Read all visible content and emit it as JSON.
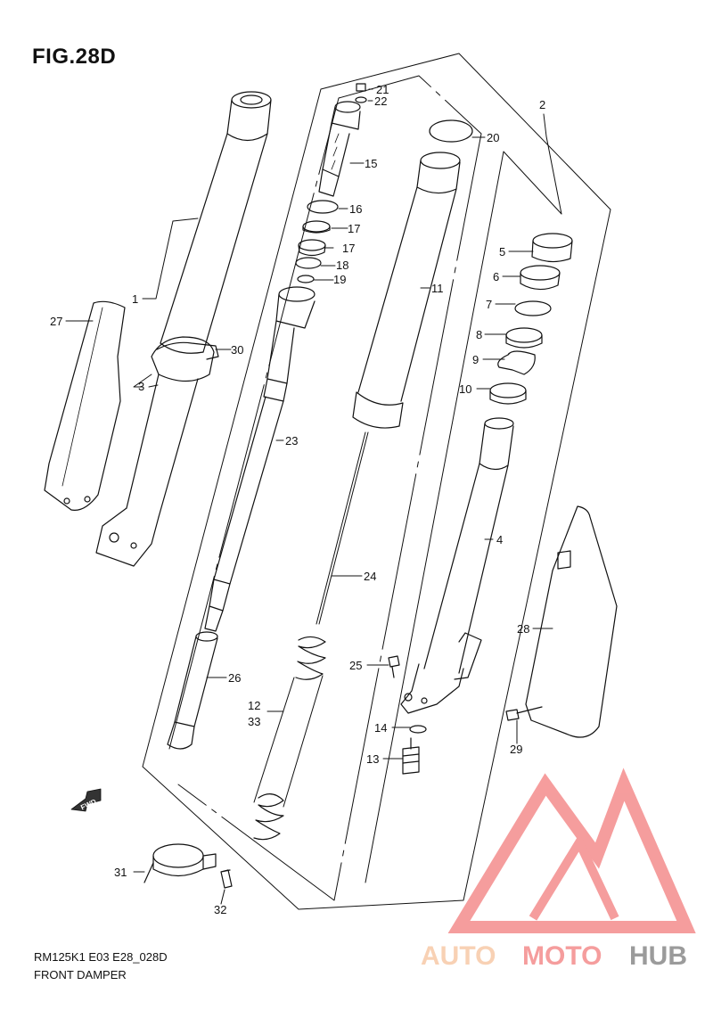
{
  "figure": {
    "title": "FIG.28D"
  },
  "footer": {
    "model_code": "RM125K1 E03 E28_028D",
    "section_name": "FRONT DAMPER"
  },
  "watermark": {
    "part1": "AUTO",
    "part2": "MOTO",
    "part3": "HUB",
    "color_light": "#f7c9a8",
    "color_mid": "#f48c8c",
    "color_dark": "#8a8a8a"
  },
  "fwd_label": "FWD",
  "callouts": {
    "c1": "1",
    "c2": "2",
    "c3": "3",
    "c4": "4",
    "c5": "5",
    "c6": "6",
    "c7": "7",
    "c8": "8",
    "c9": "9",
    "c10": "10",
    "c11": "11",
    "c12": "12",
    "c13": "13",
    "c14": "14",
    "c15": "15",
    "c16": "16",
    "c17a": "17",
    "c17b": "17",
    "c18": "18",
    "c19": "19",
    "c20": "20",
    "c21": "21",
    "c22": "22",
    "c23": "23",
    "c24": "24",
    "c25": "25",
    "c26": "26",
    "c27": "27",
    "c28": "28",
    "c29": "29",
    "c30": "30",
    "c31": "31",
    "c32": "32",
    "c33": "33"
  }
}
